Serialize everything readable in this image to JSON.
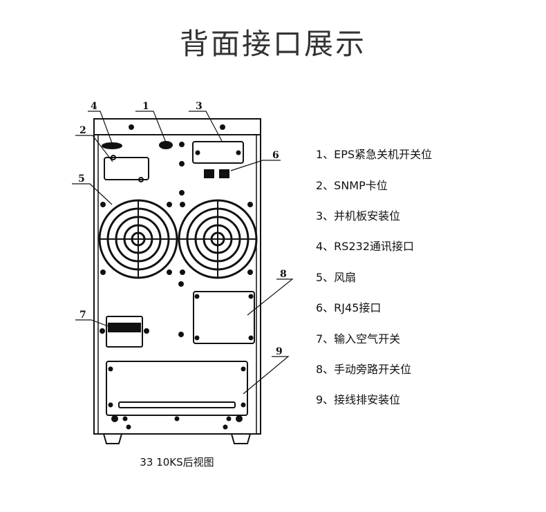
{
  "title": "背面接口展示",
  "callouts": [
    "1",
    "2",
    "3",
    "4",
    "5",
    "6",
    "7",
    "8",
    "9"
  ],
  "legend": [
    "1、EPS紧急关机开关位",
    "2、SNMP卡位",
    "3、并机板安装位",
    "4、RS232通讯接口",
    "5、风扇",
    "6、RJ45接口",
    "7、输入空气开关",
    "8、手动旁路开关位",
    "9、接线排安装位"
  ],
  "caption": "33 10KS后视图"
}
